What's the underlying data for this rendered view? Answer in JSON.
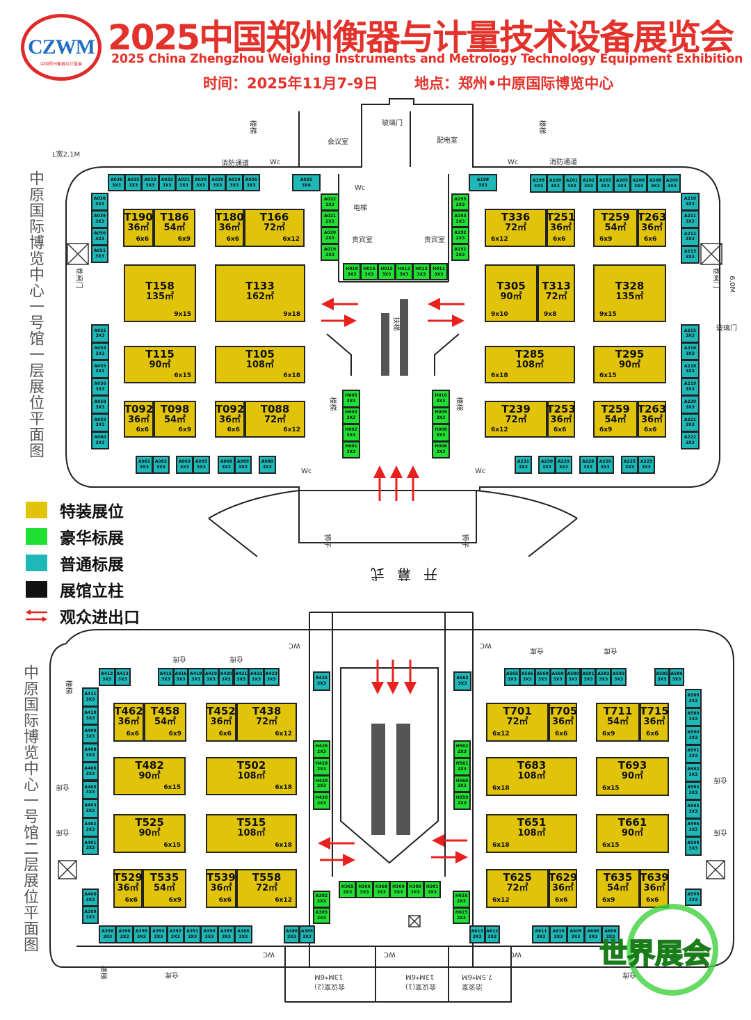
{
  "header": {
    "logo_text": "CZWM",
    "logo_sub": "中国郑州衡器与计量展",
    "title": "2025中国郑州衡器与计量技术设备展览会",
    "subtitle": "2025 China Zhengzhou Weighing Instruments and Metrology Technology Equipment Exhibition",
    "date_line": "时间：2025年11月7-9日",
    "venue_line": "地点：郑州•中原国际博览中心"
  },
  "legend": [
    {
      "label": "特装展位",
      "color": "#e1c40a"
    },
    {
      "label": "豪华标展",
      "color": "#1fe032"
    },
    {
      "label": "普通标展",
      "color": "#1fb8b8"
    },
    {
      "label": "展馆立柱",
      "color": "#111111"
    },
    {
      "label": "观众进出口",
      "color": "#e8201e"
    }
  ],
  "colors": {
    "special": "#e1c40a",
    "deluxe": "#1fe032",
    "standard": "#1fb8b8",
    "arrow": "#e8201e"
  },
  "halls": [
    {
      "title": "中原国际博览中心一号馆一层展位平面图",
      "rooms": [
        "会议室",
        "配电室",
        "玻璃门",
        "电梯",
        "贵宾室",
        "贵宾室",
        "Wc",
        "Wc",
        "Wc",
        "Wc",
        "Wc",
        "楼梯",
        "楼梯",
        "卷闸门",
        "卷闸门",
        "玻璃门",
        "扶梯",
        "楼梯",
        "楼梯",
        "开幕式",
        "狮子",
        "狮子",
        "消防通道",
        "消防通道",
        "6.0M",
        "L宽2.1M"
      ],
      "special": [
        {
          "id": "T190",
          "area": "36㎡",
          "dim": "6x6"
        },
        {
          "id": "T186",
          "area": "54㎡",
          "dim": "6x9"
        },
        {
          "id": "T180",
          "area": "36㎡",
          "dim": "6x6"
        },
        {
          "id": "T166",
          "area": "72㎡",
          "dim": "6x12"
        },
        {
          "id": "T158",
          "area": "135㎡",
          "dim": "9x15"
        },
        {
          "id": "T133",
          "area": "162㎡",
          "dim": "9x18"
        },
        {
          "id": "T115",
          "area": "90㎡",
          "dim": "6x15"
        },
        {
          "id": "T105",
          "area": "108㎡",
          "dim": "6x18"
        },
        {
          "id": "T092",
          "area": "36㎡",
          "dim": "6x6"
        },
        {
          "id": "T098",
          "area": "54㎡",
          "dim": "6x9"
        },
        {
          "id": "T092",
          "area": "36㎡",
          "dim": "6x6"
        },
        {
          "id": "T088",
          "area": "72㎡",
          "dim": "6x12"
        },
        {
          "id": "T336",
          "area": "72㎡",
          "dim": "6x12"
        },
        {
          "id": "T251",
          "area": "36㎡",
          "dim": "6x6"
        },
        {
          "id": "T259",
          "area": "54㎡",
          "dim": "6x9"
        },
        {
          "id": "T263",
          "area": "36㎡",
          "dim": "6x6"
        },
        {
          "id": "T305",
          "area": "90㎡",
          "dim": "9x10"
        },
        {
          "id": "T313",
          "area": "72㎡",
          "dim": "9x8"
        },
        {
          "id": "T328",
          "area": "135㎡",
          "dim": "9x15"
        },
        {
          "id": "T285",
          "area": "108㎡",
          "dim": "6x18"
        },
        {
          "id": "T295",
          "area": "90㎡",
          "dim": "6x15"
        },
        {
          "id": "T239",
          "area": "72㎡",
          "dim": "6x12"
        },
        {
          "id": "T253",
          "area": "36㎡",
          "dim": "6x6"
        },
        {
          "id": "T259",
          "area": "54㎡",
          "dim": "6x9"
        },
        {
          "id": "T263",
          "area": "36㎡",
          "dim": "6x6"
        }
      ],
      "std": {
        "top_left": [
          {
            "id": "A036",
            "size": "3X3"
          },
          {
            "id": "A035",
            "size": "3X3"
          },
          {
            "id": "A033",
            "size": "3X3"
          },
          {
            "id": "A032",
            "size": "3X3"
          },
          {
            "id": "A031",
            "size": "3X3"
          },
          {
            "id": "A030",
            "size": "3X3"
          },
          {
            "id": "A029",
            "size": "3X3"
          },
          {
            "id": "A028",
            "size": "3X3"
          },
          {
            "id": "A026",
            "size": "3X3"
          }
        ],
        "a025": [
          {
            "id": "A025",
            "size": "3X6"
          }
        ],
        "left_upper": [
          {
            "id": "A038",
            "size": "3X3"
          },
          {
            "id": "A039",
            "size": "3X3"
          },
          {
            "id": "A050",
            "size": "3X3"
          },
          {
            "id": "A051",
            "size": "3X3"
          }
        ],
        "center_left": [
          {
            "id": "A022",
            "size": "2X3"
          },
          {
            "id": "A021",
            "size": "2X3"
          },
          {
            "id": "A020",
            "size": "2X3"
          },
          {
            "id": "A019",
            "size": "2X3"
          }
        ],
        "center_row": [
          {
            "id": "H018",
            "size": "3X3"
          },
          {
            "id": "H016",
            "size": "3X3"
          },
          {
            "id": "H015",
            "size": "3X3"
          },
          {
            "id": "H013",
            "size": "3X3"
          },
          {
            "id": "H012",
            "size": "3X3"
          },
          {
            "id": "H011",
            "size": "3X3"
          }
        ],
        "center_right": [
          {
            "id": "A195",
            "size": "2X3"
          },
          {
            "id": "A193",
            "size": "2X3"
          },
          {
            "id": "A192",
            "size": "2X3"
          },
          {
            "id": "A191",
            "size": "2X3"
          }
        ],
        "a198": [
          {
            "id": "A198",
            "size": "3X3"
          }
        ],
        "top_right": [
          {
            "id": "A199",
            "size": "3X3"
          },
          {
            "id": "A200",
            "size": "3X3"
          },
          {
            "id": "A201",
            "size": "3X3"
          },
          {
            "id": "A202",
            "size": "3X3"
          },
          {
            "id": "A203",
            "size": "3X3"
          },
          {
            "id": "A205",
            "size": "3X3"
          },
          {
            "id": "A206",
            "size": "3X3"
          },
          {
            "id": "A208",
            "size": "3X3"
          },
          {
            "id": "A209",
            "size": "3X3"
          }
        ],
        "right_upper": [
          {
            "id": "A210",
            "size": "3X3"
          },
          {
            "id": "A211",
            "size": "3X3"
          },
          {
            "id": "A212",
            "size": "3X3"
          },
          {
            "id": "A213",
            "size": "3X3"
          }
        ],
        "left_lower": [
          {
            "id": "A052",
            "size": "3X3"
          },
          {
            "id": "A053",
            "size": "3X3"
          },
          {
            "id": "A055",
            "size": "3X3"
          },
          {
            "id": "A056",
            "size": "3X3"
          },
          {
            "id": "A058",
            "size": "3X3"
          },
          {
            "id": "A059",
            "size": "3X3"
          },
          {
            "id": "A060",
            "size": "3X3"
          }
        ],
        "bottom_l1": [
          {
            "id": "A061",
            "size": "3X3"
          },
          {
            "id": "A062",
            "size": "3X3"
          }
        ],
        "bottom_l2": [
          {
            "id": "A063",
            "size": "3X3"
          },
          {
            "id": "A065",
            "size": "3X3"
          }
        ],
        "bottom_l3": [
          {
            "id": "A066",
            "size": "3X3"
          },
          {
            "id": "A069",
            "size": "3X3"
          }
        ],
        "bottom_l4": [
          {
            "id": "A080",
            "size": "3X3"
          }
        ],
        "hall_left": [
          {
            "id": "H005",
            "size": "3X3"
          },
          {
            "id": "H003",
            "size": "3X3"
          },
          {
            "id": "H002",
            "size": "3X3"
          },
          {
            "id": "H001",
            "size": "3X3"
          }
        ],
        "hall_right": [
          {
            "id": "H010",
            "size": "3X3"
          },
          {
            "id": "H009",
            "size": "3X3"
          },
          {
            "id": "H008",
            "size": "3X3"
          },
          {
            "id": "H006",
            "size": "3X3"
          }
        ],
        "right_lower": [
          {
            "id": "A215",
            "size": "3X3"
          },
          {
            "id": "A216",
            "size": "3X3"
          },
          {
            "id": "A218",
            "size": "3X3"
          },
          {
            "id": "A219",
            "size": "3X3"
          },
          {
            "id": "A220",
            "size": "3X3"
          },
          {
            "id": "A221",
            "size": "3X3"
          },
          {
            "id": "A222",
            "size": "3X3"
          }
        ],
        "bottom_r1": [
          {
            "id": "A231",
            "size": "3X3"
          }
        ],
        "bottom_r2": [
          {
            "id": "A230",
            "size": "3X3"
          },
          {
            "id": "A229",
            "size": "3X3"
          }
        ],
        "bottom_r3": [
          {
            "id": "A228",
            "size": "3X3"
          },
          {
            "id": "A226",
            "size": "3X3"
          }
        ],
        "bottom_r4": [
          {
            "id": "A225",
            "size": "3X3"
          },
          {
            "id": "A223",
            "size": "3X3"
          }
        ]
      }
    },
    {
      "title": "中原国际博览中心一号馆二层展位平面图",
      "rooms": [
        "仓库",
        "仓库",
        "仓库",
        "仓库",
        "仓库",
        "仓库",
        "仓库",
        "仓库",
        "仓库",
        "仓库",
        "WC",
        "WC",
        "WC",
        "WC",
        "WC",
        "13M*6M",
        "会议室(2)",
        "13M*6M",
        "会议室(1)",
        "7.5M*6M",
        "洽谈室",
        "楼梯",
        "楼梯"
      ],
      "special": [
        {
          "id": "T462",
          "area": "36㎡",
          "dim": "6x6"
        },
        {
          "id": "T458",
          "area": "54㎡",
          "dim": "6x9"
        },
        {
          "id": "T452",
          "area": "36㎡",
          "dim": "6x6"
        },
        {
          "id": "T438",
          "area": "72㎡",
          "dim": "6x12"
        },
        {
          "id": "T482",
          "area": "90㎡",
          "dim": "6x15"
        },
        {
          "id": "T502",
          "area": "108㎡",
          "dim": "6x18"
        },
        {
          "id": "T525",
          "area": "90㎡",
          "dim": "6x15"
        },
        {
          "id": "T515",
          "area": "108㎡",
          "dim": "6x18"
        },
        {
          "id": "T529",
          "area": "36㎡",
          "dim": "6x6"
        },
        {
          "id": "T535",
          "area": "54㎡",
          "dim": "6x9"
        },
        {
          "id": "T539",
          "area": "36㎡",
          "dim": "6x6"
        },
        {
          "id": "T558",
          "area": "72㎡",
          "dim": "6x12"
        },
        {
          "id": "T701",
          "area": "72㎡",
          "dim": "6x12"
        },
        {
          "id": "T705",
          "area": "36㎡",
          "dim": "6x6"
        },
        {
          "id": "T711",
          "area": "54㎡",
          "dim": "6x9"
        },
        {
          "id": "T715",
          "area": "36㎡",
          "dim": "6x6"
        },
        {
          "id": "T683",
          "area": "108㎡",
          "dim": "6x18"
        },
        {
          "id": "T693",
          "area": "90㎡",
          "dim": "6x15"
        },
        {
          "id": "T651",
          "area": "108㎡",
          "dim": "6x18"
        },
        {
          "id": "T661",
          "area": "90㎡",
          "dim": "6x15"
        },
        {
          "id": "T625",
          "area": "72㎡",
          "dim": "6x12"
        },
        {
          "id": "T629",
          "area": "36㎡",
          "dim": "6x6"
        },
        {
          "id": "T635",
          "area": "54㎡",
          "dim": "6x9"
        },
        {
          "id": "T639",
          "area": "36㎡",
          "dim": "6x6"
        }
      ],
      "std": {
        "top_a": [
          {
            "id": "A412",
            "size": "3X3"
          },
          {
            "id": "A413",
            "size": "3X3"
          }
        ],
        "top_b": [
          {
            "id": "A415",
            "size": "3X3"
          },
          {
            "id": "A416",
            "size": "3X3"
          },
          {
            "id": "A418",
            "size": "3X3"
          },
          {
            "id": "A419",
            "size": "3X3"
          },
          {
            "id": "A420",
            "size": "3X3"
          },
          {
            "id": "A421",
            "size": "3X3"
          },
          {
            "id": "A422",
            "size": "3X3"
          },
          {
            "id": "A423",
            "size": "3X3"
          }
        ],
        "a425": [
          {
            "id": "A425",
            "size": "3X3"
          }
        ],
        "a563": [
          {
            "id": "A563",
            "size": "3X3"
          }
        ],
        "top_c": [
          {
            "id": "A565",
            "size": "3X3"
          },
          {
            "id": "A566",
            "size": "3X3"
          },
          {
            "id": "A568",
            "size": "3X3"
          },
          {
            "id": "A569",
            "size": "3X3"
          },
          {
            "id": "A580",
            "size": "3X3"
          },
          {
            "id": "A581",
            "size": "3X3"
          },
          {
            "id": "A582",
            "size": "3X3"
          },
          {
            "id": "A583",
            "size": "3X3"
          }
        ],
        "top_d": [
          {
            "id": "A585",
            "size": "3X3"
          },
          {
            "id": "A586",
            "size": "3X3"
          }
        ],
        "left": [
          {
            "id": "A411",
            "size": "3X3"
          },
          {
            "id": "A410",
            "size": "3X3"
          },
          {
            "id": "A409",
            "size": "3X3"
          },
          {
            "id": "A408",
            "size": "3X3"
          },
          {
            "id": "A406",
            "size": "3X3"
          },
          {
            "id": "A405",
            "size": "3X3"
          },
          {
            "id": "A403",
            "size": "3X3"
          },
          {
            "id": "A402",
            "size": "3X3"
          },
          {
            "id": "A401",
            "size": "3X3"
          }
        ],
        "left_low": [
          {
            "id": "A400",
            "size": "3X3"
          },
          {
            "id": "A399",
            "size": "3X3"
          }
        ],
        "right": [
          {
            "id": "A588",
            "size": "3X3"
          },
          {
            "id": "A589",
            "size": "3X3"
          },
          {
            "id": "A590",
            "size": "3X3"
          },
          {
            "id": "A591",
            "size": "3X3"
          },
          {
            "id": "A592",
            "size": "3X3"
          },
          {
            "id": "A593",
            "size": "3X3"
          },
          {
            "id": "A595",
            "size": "3X3"
          },
          {
            "id": "A596",
            "size": "3X3"
          },
          {
            "id": "A598",
            "size": "3X3"
          }
        ],
        "right_low": [
          {
            "id": "A599",
            "size": "3X3"
          }
        ],
        "hall_left": [
          {
            "id": "H426",
            "size": "2X3"
          },
          {
            "id": "H428",
            "size": "2X3"
          },
          {
            "id": "H429",
            "size": "2X3"
          },
          {
            "id": "H430",
            "size": "2X3"
          }
        ],
        "hall_right": [
          {
            "id": "H562",
            "size": "2X3"
          },
          {
            "id": "H561",
            "size": "2X3"
          },
          {
            "id": "H560",
            "size": "2X3"
          },
          {
            "id": "H559",
            "size": "2X3"
          }
        ],
        "hall_row": [
          {
            "id": "H365",
            "size": "3X3"
          },
          {
            "id": "H366",
            "size": "3X3"
          },
          {
            "id": "H368",
            "size": "3X3"
          },
          {
            "id": "H369",
            "size": "3X3"
          },
          {
            "id": "H380",
            "size": "3X3"
          },
          {
            "id": "H381",
            "size": "3X3"
          }
        ],
        "g_left": [
          {
            "id": "A382",
            "size": "2X3"
          },
          {
            "id": "A383",
            "size": "2X3"
          }
        ],
        "g_right": [
          {
            "id": "H616",
            "size": "2X3"
          },
          {
            "id": "H615",
            "size": "2X3"
          }
        ],
        "bottom_a": [
          {
            "id": "A398",
            "size": "3X3"
          },
          {
            "id": "A396",
            "size": "3X3"
          },
          {
            "id": "A395",
            "size": "3X3"
          },
          {
            "id": "A393",
            "size": "3X3"
          },
          {
            "id": "A392",
            "size": "3X3"
          },
          {
            "id": "A391",
            "size": "3X3"
          },
          {
            "id": "A390",
            "size": "3X3"
          },
          {
            "id": "A389",
            "size": "3X3"
          },
          {
            "id": "A388",
            "size": "3X3"
          }
        ],
        "bottom_b": [
          {
            "id": "A386",
            "size": "3X3"
          },
          {
            "id": "A385",
            "size": "3X3"
          }
        ],
        "bottom_c": [
          {
            "id": "A613",
            "size": "3X3"
          },
          {
            "id": "A612",
            "size": "3X3"
          }
        ],
        "bottom_d": [
          {
            "id": "A611",
            "size": "3X3"
          },
          {
            "id": "A610",
            "size": "3X3"
          },
          {
            "id": "A609",
            "size": "3X3"
          },
          {
            "id": "A608",
            "size": "3X3"
          },
          {
            "id": "A606",
            "size": "3X3"
          }
        ]
      }
    }
  ],
  "watermark": "世界展会"
}
